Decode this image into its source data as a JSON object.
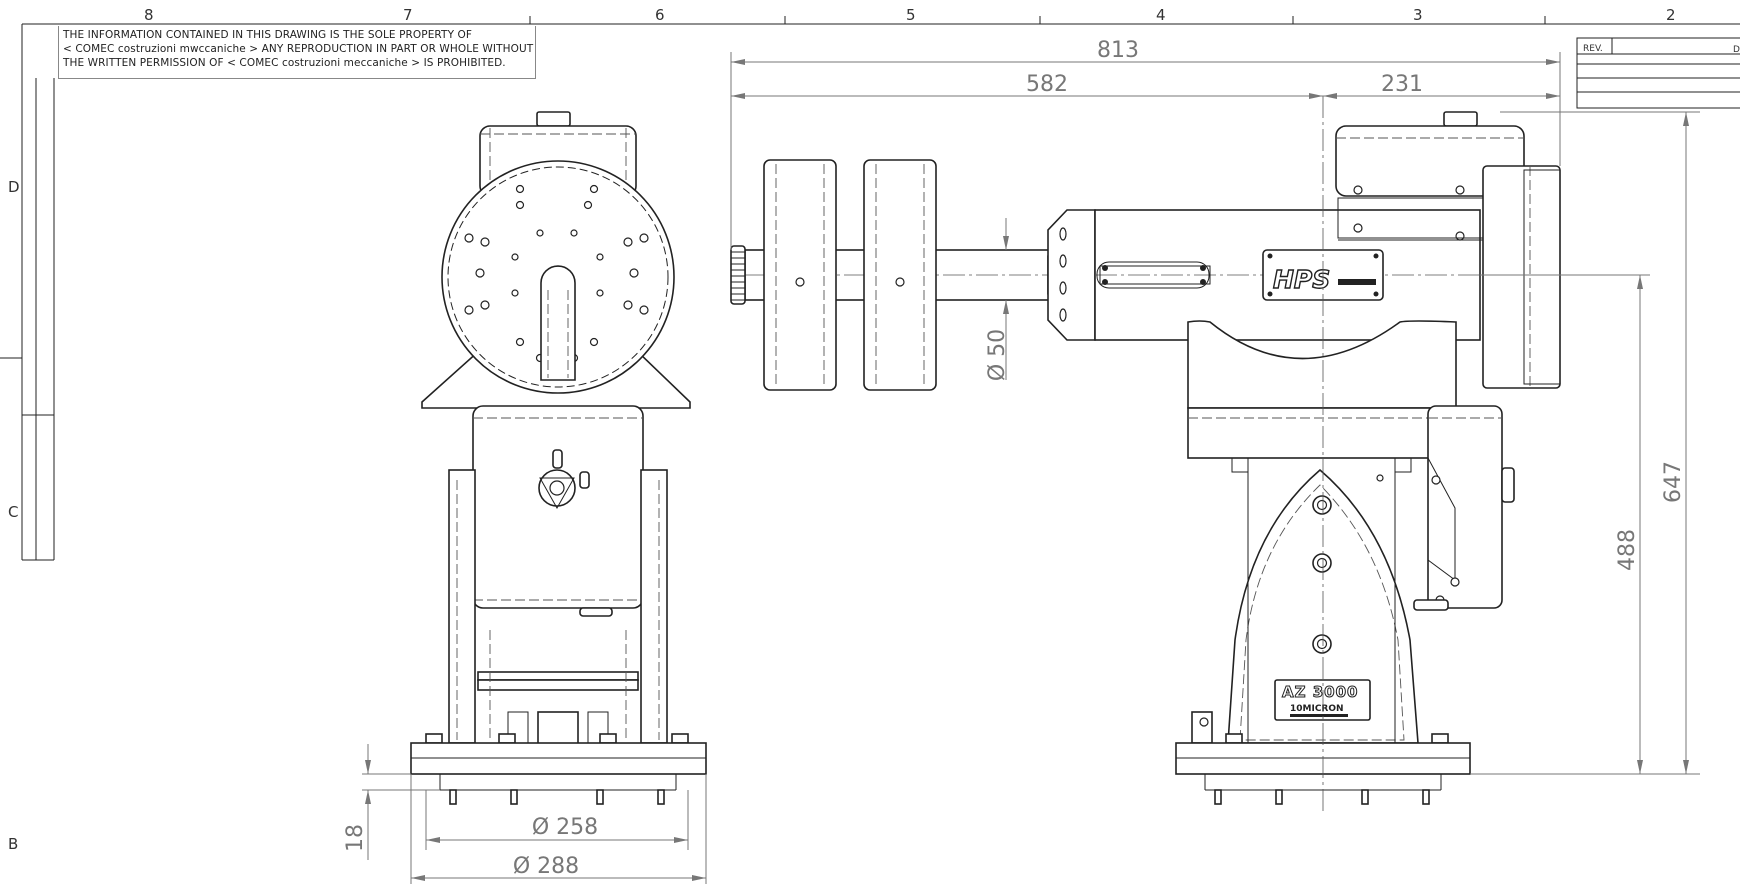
{
  "border_zones": {
    "top_columns": [
      "8",
      "7",
      "6",
      "5",
      "4",
      "3",
      "2"
    ],
    "left_rows": [
      "D",
      "C",
      "B"
    ]
  },
  "notice": {
    "line1": "THE INFORMATION CONTAINED IN THIS DRAWING IS THE SOLE PROPERTY OF",
    "line2": "< COMEC costruzioni mwccaniche > ANY REPRODUCTION IN PART OR WHOLE WITHOUT",
    "line3": "THE WRITTEN PERMISSION OF < COMEC costruzioni meccaniche > IS PROHIBITED."
  },
  "revision_block": {
    "rev_label": "REV.",
    "partial_label": "D"
  },
  "dimensions": {
    "overall_width": "813",
    "counterweight_reach": "582",
    "head_width": "231",
    "shaft_diameter": "Ø 50",
    "total_height": "647",
    "axis_height": "488",
    "base_plate_thickness": "18",
    "bolt_circle": "Ø 258",
    "base_diameter": "Ø 288"
  },
  "logos": {
    "arm_badge": "HPS",
    "model_plate": "AZ 3000",
    "brand_plate": "10MICRON"
  },
  "colors": {
    "line": "#222222",
    "dimension": "#777777",
    "paper": "#ffffff"
  }
}
